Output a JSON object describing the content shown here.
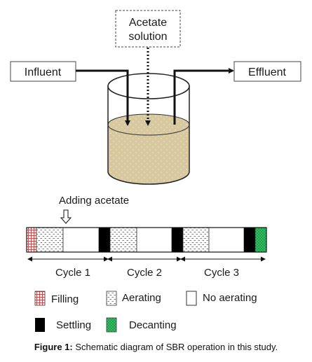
{
  "labels": {
    "acetate_line1": "Acetate",
    "acetate_line2": "solution",
    "influent": "Influent",
    "effluent": "Effluent",
    "adding_acetate": "Adding acetate"
  },
  "cycles": [
    "Cycle 1",
    "Cycle 2",
    "Cycle 3"
  ],
  "legend": {
    "filling": "Filling",
    "aerating": "Aerating",
    "no_aerating": "No aerating",
    "settling": "Settling",
    "decanting": "Decanting"
  },
  "caption": {
    "prefix": "Figure 1:",
    "text": "Schematic diagram of SBR operation in this study."
  },
  "colors": {
    "filling": "#e06060",
    "decanting": "#19a64a",
    "settling": "#000000",
    "liquid": "#d8c8a0"
  }
}
